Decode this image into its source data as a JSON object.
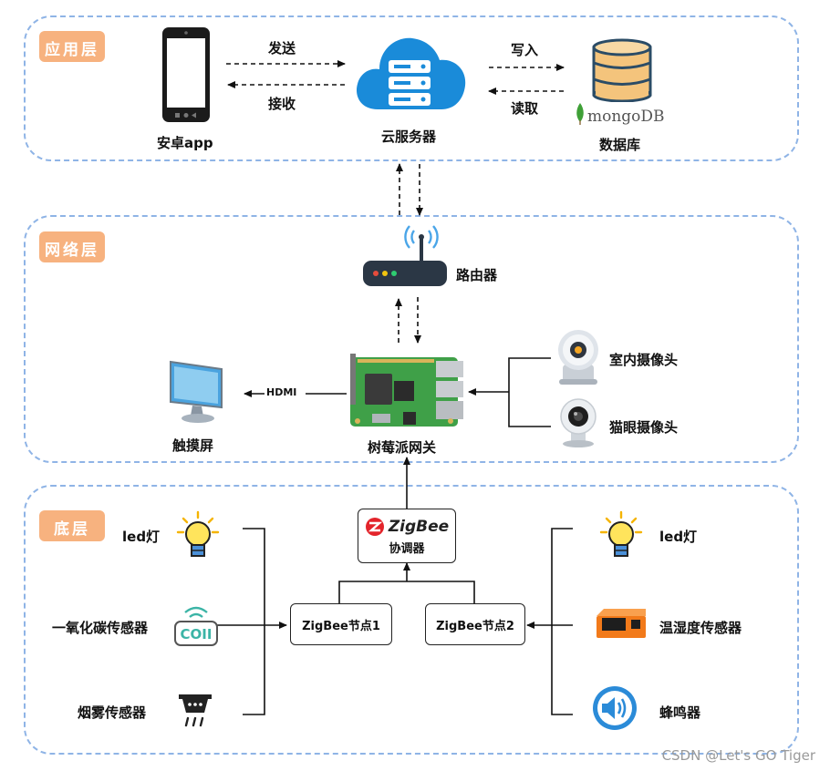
{
  "layers": {
    "app": "应用层",
    "network": "网络层",
    "bottom": "底层"
  },
  "app": {
    "phone": "安卓app",
    "send": "发送",
    "receive": "接收",
    "cloud": "云服务器",
    "write": "写入",
    "read": "读取",
    "mongo_logo": "mongoDB",
    "db": "数据库"
  },
  "network": {
    "router": "路由器",
    "indoor_cam": "室内摄像头",
    "eye_cam": "猫眼摄像头",
    "hdmi": "HDMI",
    "touchscreen": "触摸屏",
    "gateway": "树莓派网关"
  },
  "bottom": {
    "zigbee_logo": "ZigBee",
    "coordinator": "协调器",
    "node1": "ZigBee节点1",
    "node2": "ZigBee节点2",
    "led_left": "led灯",
    "co_sensor": "一氧化碳传感器",
    "co_icon_text": "COII",
    "smoke": "烟雾传感器",
    "led_right": "led灯",
    "th_sensor": "温湿度传感器",
    "buzzer": "蜂鸣器"
  },
  "watermark": "CSDN @Let's GO Tiger"
}
